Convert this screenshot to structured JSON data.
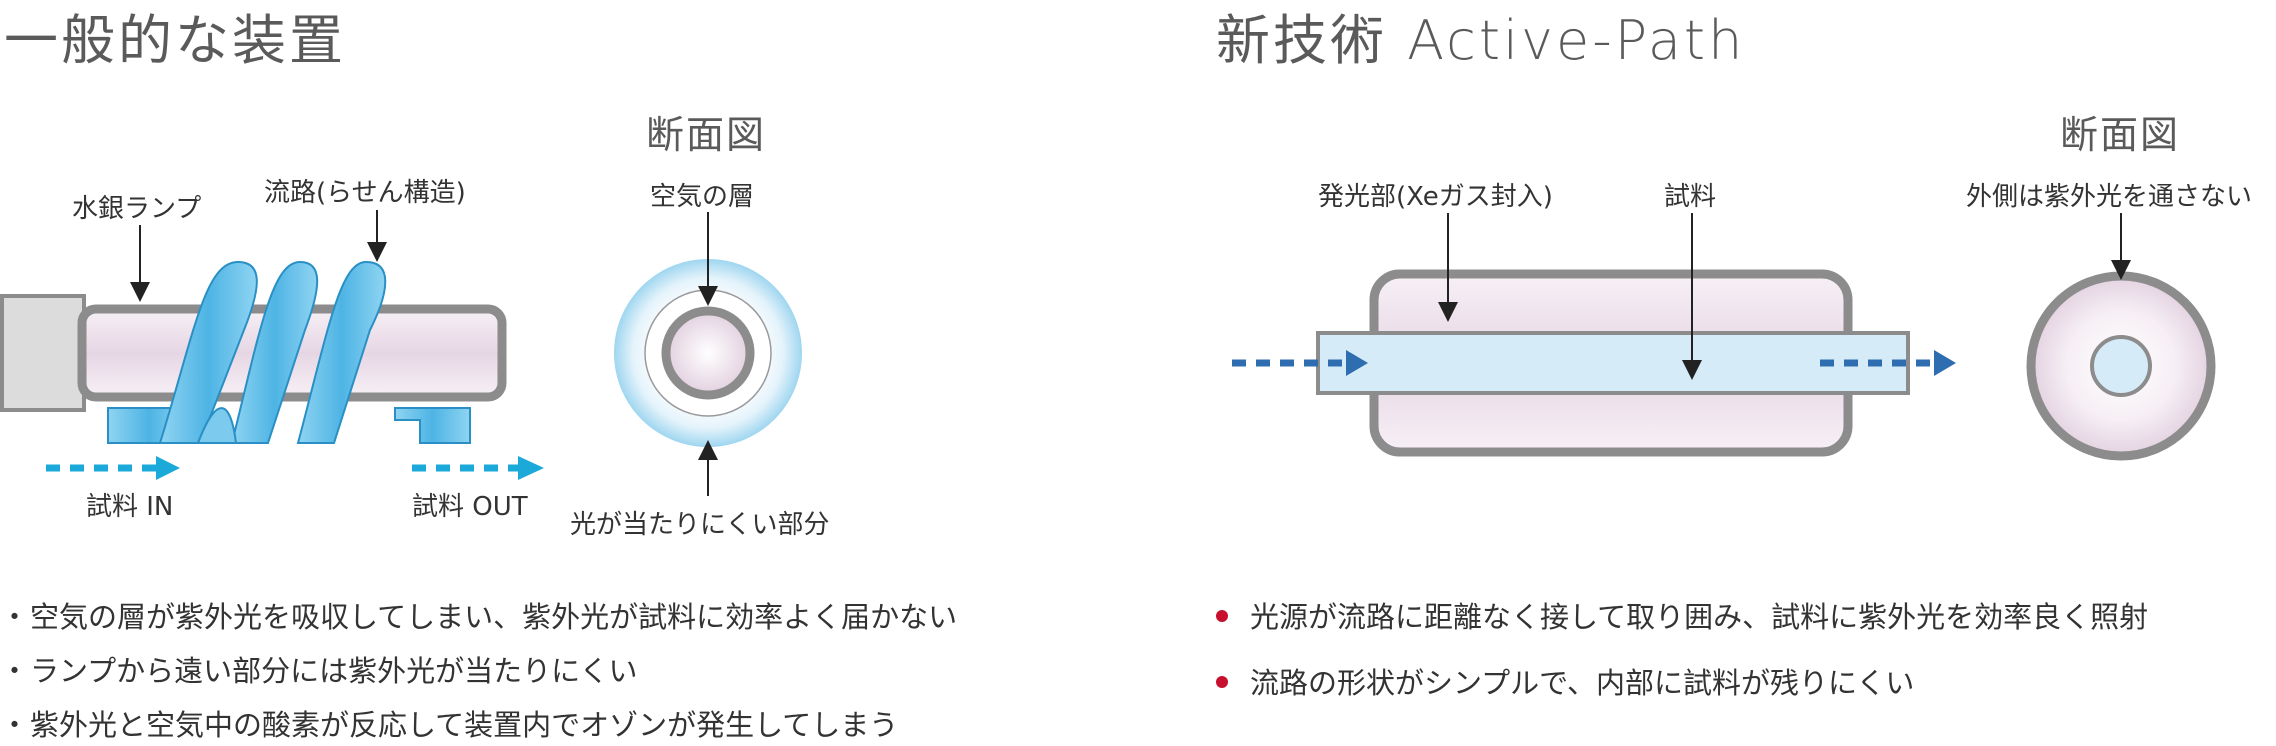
{
  "left": {
    "title": "一般的な装置",
    "section_label": "断面図",
    "labels": {
      "lamp": "水銀ランプ",
      "channel": "流路(らせん構造)",
      "sample_in": "試料 IN",
      "sample_out": "試料 OUT",
      "air_layer": "空気の層",
      "weak_light": "光が当たりにくい部分"
    },
    "bullets": [
      "空気の層が紫外光を吸収してしまい、紫外光が試料に効率よく届かない",
      "ランプから遠い部分には紫外光が当たりにくい",
      "紫外光と空気中の酸素が反応して装置内でオゾンが発生してしまう"
    ],
    "bullet_mark": "・"
  },
  "right": {
    "title": "新技術 Active-Path",
    "section_label": "断面図",
    "labels": {
      "emitter": "発光部(Xeガス封入)",
      "sample": "試料",
      "outer": "外側は紫外光を通さない"
    },
    "bullets": [
      "光源が流路に距離なく接して取り囲み、試料に紫外光を効率良く照射",
      "流路の形状がシンプルで、内部に試料が残りにくい"
    ]
  },
  "colors": {
    "lamp_fill": "#ede2ec",
    "tube_outline": "#8c8c8c",
    "coil_blue": "#5bbfe9",
    "arrow_cyan": "#1aa9d9",
    "arrow_dark_blue": "#2d6db0",
    "sample_light_blue": "#d5ebf8",
    "bullet_red": "#c8102e"
  }
}
